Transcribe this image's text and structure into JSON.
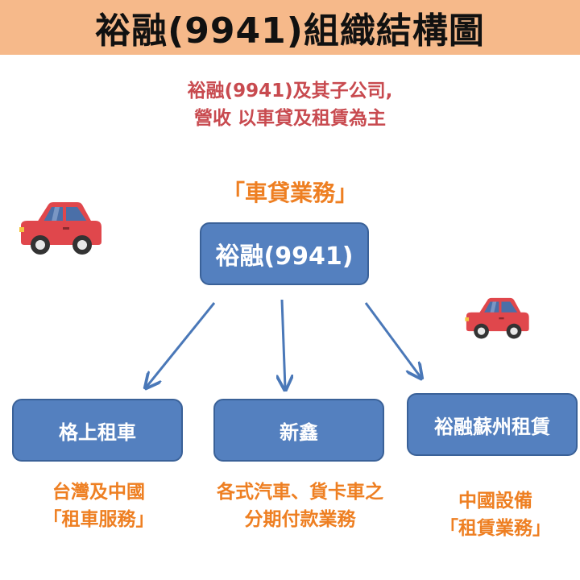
{
  "header": {
    "title": "裕融(9941)組織結構圖"
  },
  "subtitle": {
    "line1": "裕融(9941)及其子公司,",
    "line2": "營收 以車貸及租賃為主"
  },
  "section_title": "「車貸業務」",
  "nodes": {
    "root": "裕融(9941)",
    "children": [
      {
        "label": "格上租車",
        "desc_line1": "台灣及中國",
        "desc_line2": "「租車服務」"
      },
      {
        "label": "新鑫",
        "desc_line1": "各式汽車、貨卡車之",
        "desc_line2": "分期付款業務"
      },
      {
        "label": "裕融蘇州租賃",
        "desc_line1": "中國設備",
        "desc_line2": "「租賃業務」"
      }
    ]
  },
  "icons": {
    "car_left": "car-icon",
    "car_right": "car-icon"
  },
  "colors": {
    "header_bg": "#f6b98a",
    "subtitle": "#c84a4f",
    "accent_orange": "#ee7f22",
    "node_fill": "#5480bf",
    "arrow": "#4a78b8",
    "car_body": "#e0474c"
  }
}
